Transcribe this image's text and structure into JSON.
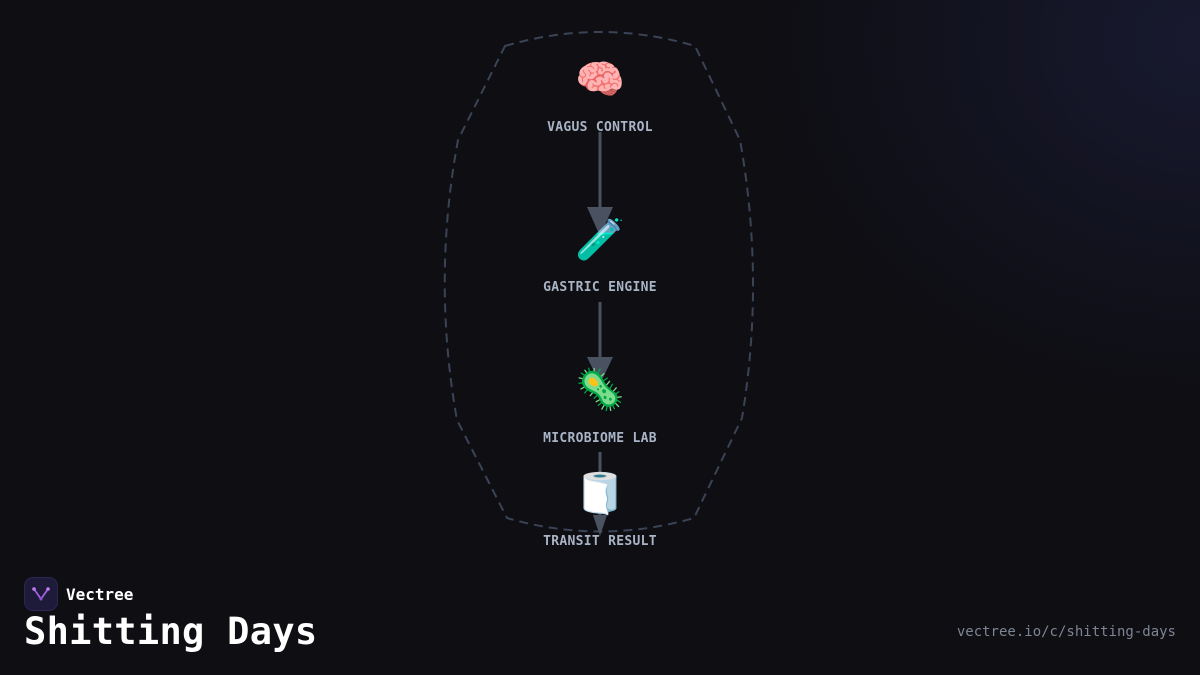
{
  "diagram": {
    "nodes": [
      {
        "icon": "brain-icon",
        "emoji": "🧠",
        "label": "VAGUS CONTROL"
      },
      {
        "icon": "test-tube-icon",
        "emoji": "🧪",
        "label": "GASTRIC ENGINE"
      },
      {
        "icon": "microbe-icon",
        "emoji": "🦠",
        "label": "MICROBIOME LAB"
      },
      {
        "icon": "toilet-paper-icon",
        "emoji": "🧻",
        "label": "TRANSIT RESULT"
      }
    ],
    "edges": [
      {
        "from": 0,
        "to": 1
      },
      {
        "from": 1,
        "to": 2
      },
      {
        "from": 2,
        "to": 3
      }
    ],
    "colors": {
      "edge": "#4a5262",
      "boundary": "#3a4456",
      "label": "#a9b4c6"
    }
  },
  "brand": {
    "name": "Vectree",
    "logo_icon": "vectree-logo-icon"
  },
  "title": "Shitting Days",
  "url": "vectree.io/c/shitting-days"
}
